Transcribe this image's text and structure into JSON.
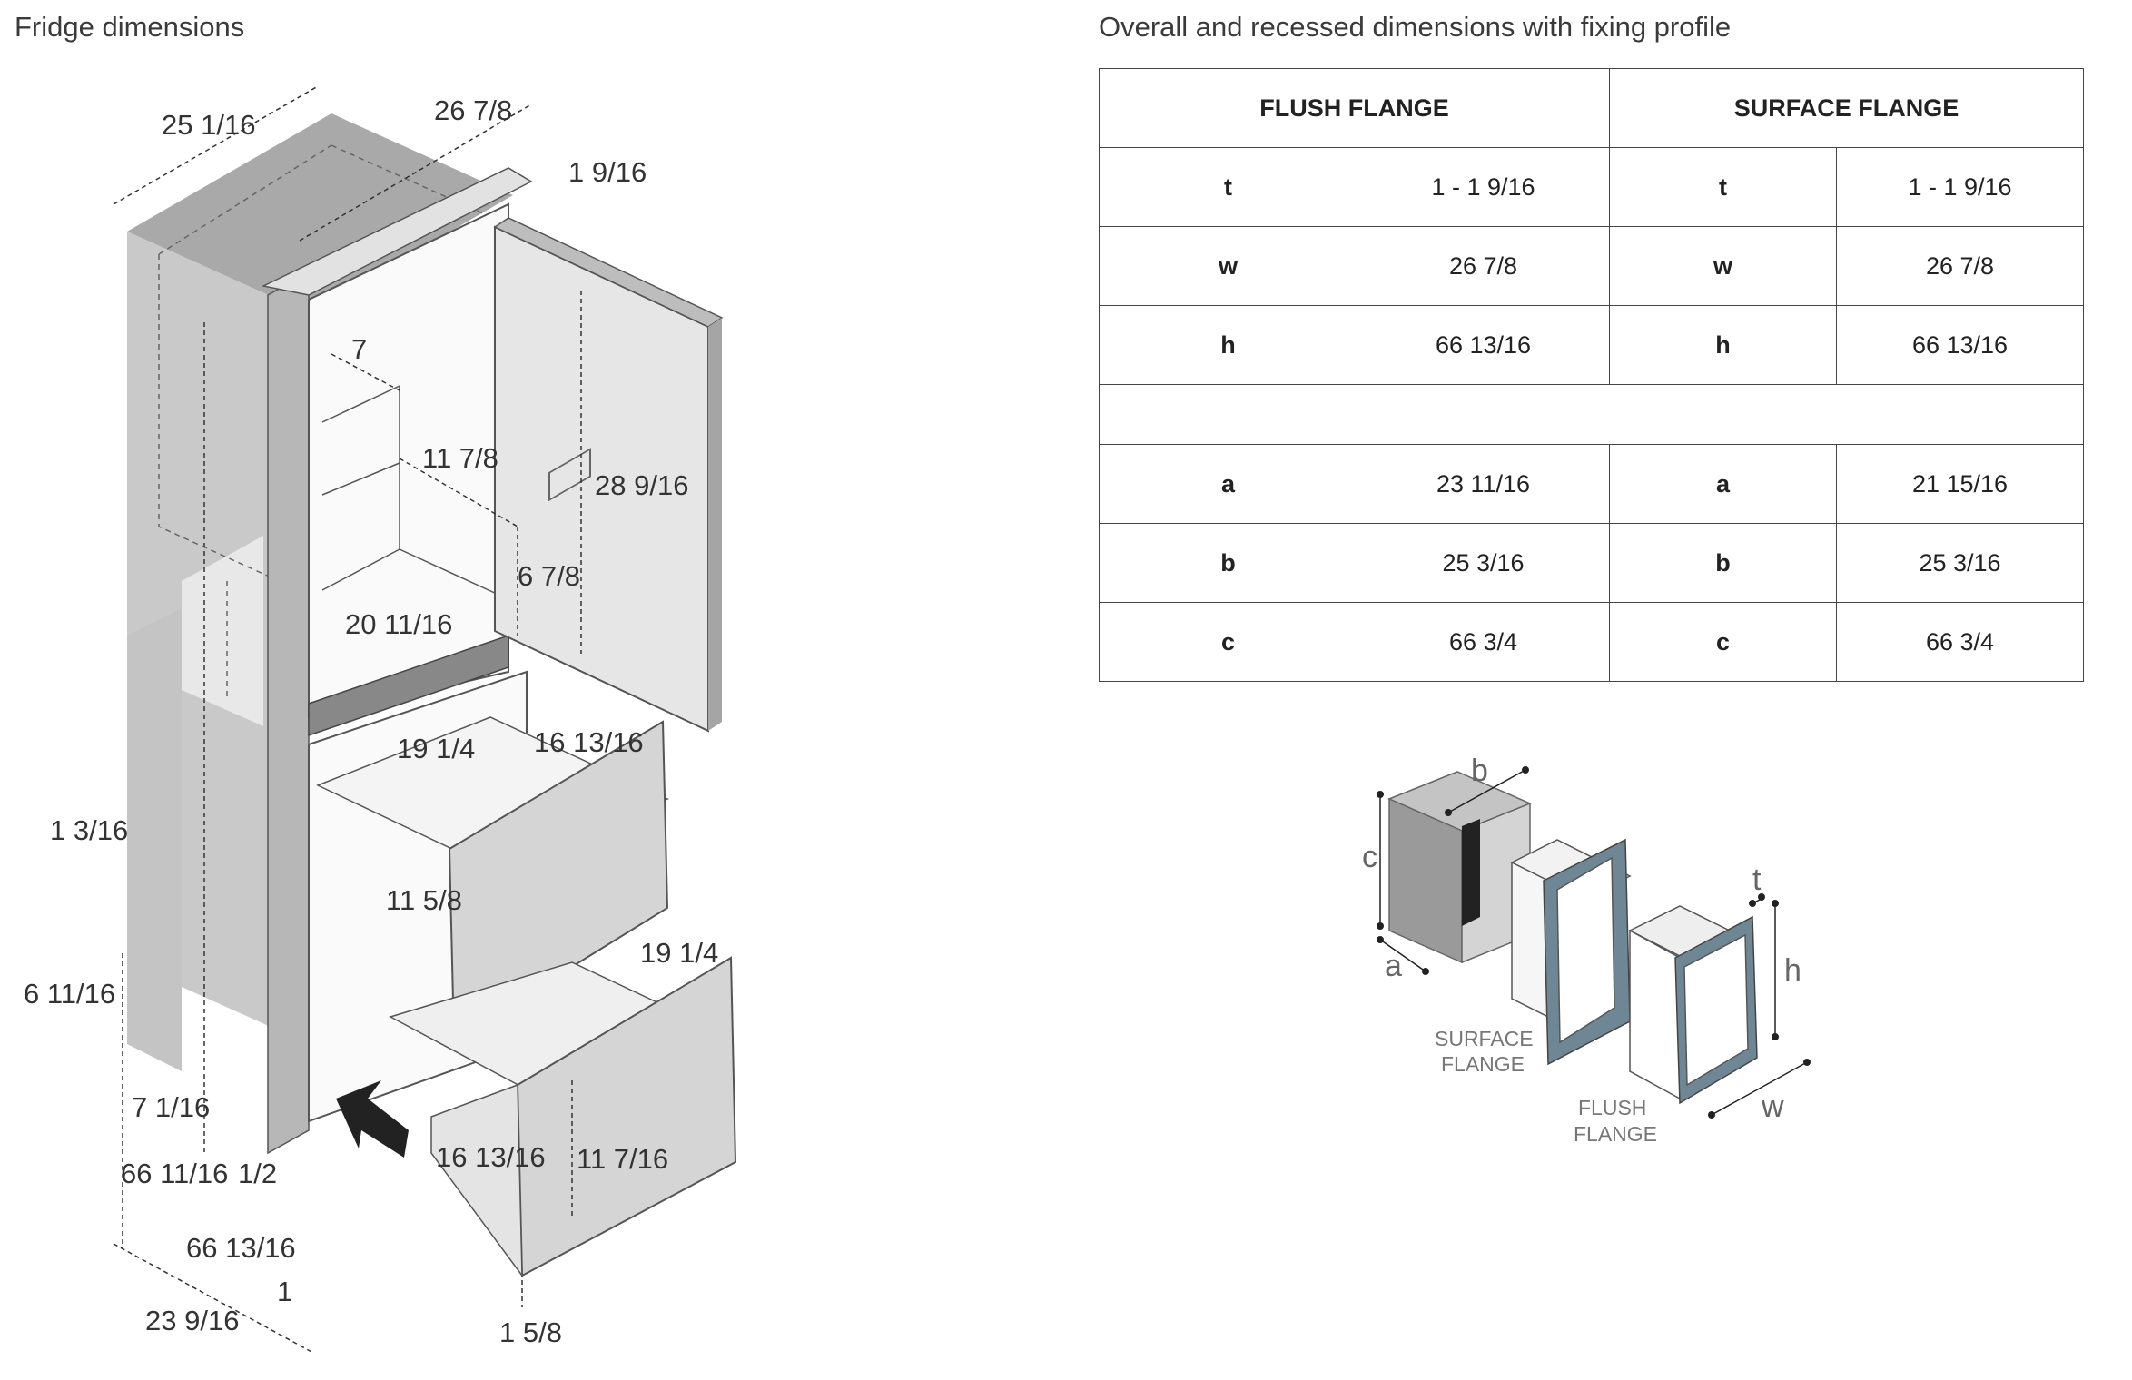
{
  "left_title": "Fridge dimensions",
  "right_title": "Overall and recessed dimensions with fixing profile",
  "fridge_dimensions": {
    "d_25_1_16": "25 1/16",
    "d_26_7_8": "26 7/8",
    "d_1_9_16": "1 9/16",
    "d_7": "7",
    "d_11_7_8": "11 7/8",
    "d_28_9_16": "28 9/16",
    "d_6_7_8": "6 7/8",
    "d_20_11_16": "20 11/16",
    "d_19_1_4_top": "19 1/4",
    "d_16_13_16_top": "16 13/16",
    "d_11_5_8": "11 5/8",
    "d_19_1_4_low": "19 1/4",
    "d_1_3_16": "1 3/16",
    "d_6_11_16": "6 11/16",
    "d_7_1_16": "7 1/16",
    "d_66_11_16": "66 11/16",
    "d_1_2": "1/2",
    "d_66_13_16": "66 13/16",
    "d_1": "1",
    "d_23_9_16": "23 9/16",
    "d_16_13_16_low": "16 13/16",
    "d_11_7_16": "11 7/16",
    "d_1_5_8": "1 5/8"
  },
  "table": {
    "headers": [
      "FLUSH FLANGE",
      "SURFACE FLANGE"
    ],
    "rows_top": [
      {
        "fk": "t",
        "fv": "1 - 1 9/16",
        "sk": "t",
        "sv": "1 - 1 9/16"
      },
      {
        "fk": "w",
        "fv": "26 7/8",
        "sk": "w",
        "sv": "26 7/8"
      },
      {
        "fk": "h",
        "fv": "66 13/16",
        "sk": "h",
        "sv": "66 13/16"
      }
    ],
    "rows_bottom": [
      {
        "fk": "a",
        "fv": "23 11/16",
        "sk": "a",
        "sv": "21 15/16"
      },
      {
        "fk": "b",
        "fv": "25 3/16",
        "sk": "b",
        "sv": "25 3/16"
      },
      {
        "fk": "c",
        "fv": "66 3/4",
        "sk": "c",
        "sv": "66 3/4"
      }
    ]
  },
  "flange_diagram": {
    "b": "b",
    "c": "c",
    "a": "a",
    "t": "t",
    "h": "h",
    "w": "w",
    "surface_line1": "SURFACE",
    "surface_line2": "FLANGE",
    "flush_line1": "FLUSH",
    "flush_line2": "FLANGE"
  }
}
